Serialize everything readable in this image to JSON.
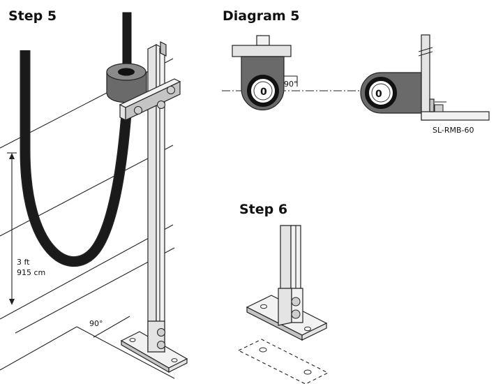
{
  "headings": {
    "step5": "Step 5",
    "diagram5": "Diagram 5",
    "step6": "Step 6"
  },
  "labels": {
    "height_ft": "3 ft",
    "height_cm": "915 cm",
    "angle_floor": "90°",
    "angle_detail": "90°",
    "part_number": "SL-RMB-60"
  },
  "colors": {
    "clamp": "#6a6a6a",
    "cable": "#1a1a1a",
    "metal": "#e4e4e4"
  }
}
